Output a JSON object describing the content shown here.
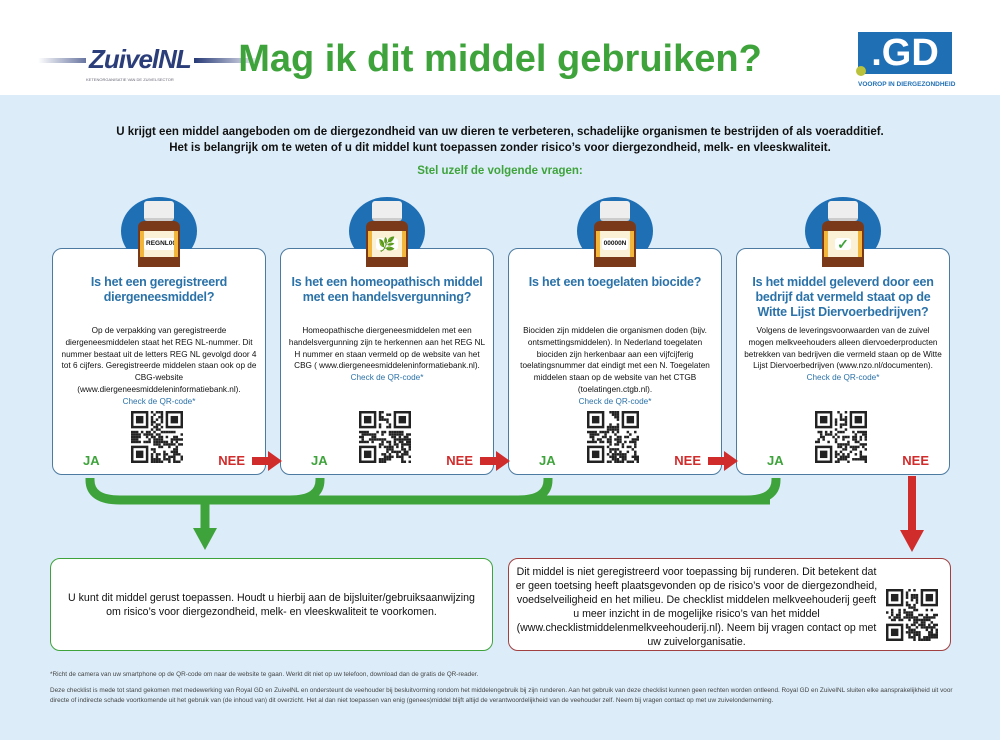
{
  "header": {
    "title": "Mag ik dit middel gebruiken?",
    "zuivel_logo": {
      "name": "ZuivelNL",
      "tagline": "KETENORGANISATIE VAN DE ZUIVELSECTOR"
    },
    "gd_logo": {
      "name": ".GD",
      "tagline": "VOOROP IN DIERGEZONDHEID"
    }
  },
  "intro": {
    "line1": "U krijgt een middel aangeboden om de diergezondheid van uw dieren te verbeteren, schadelijke organismen te bestrijden of als voeradditief.",
    "line2": "Het is belangrijk om te weten of u dit middel kunt toepassen zonder risico’s voor diergezondheid, melk- en vleeskwaliteit.",
    "ask": "Stel uzelf de volgende vragen:"
  },
  "cards": [
    {
      "bottle_label": "REGNL0000",
      "title": "Is het een geregistreerd diergeneesmiddel?",
      "body": "Op de verpakking van geregistreerde diergeneesmiddelen staat het REG NL-nummer. Dit nummer bestaat uit de letters REG NL gevolgd door 4 tot 6 cijfers. Geregistreerde middelen staan ook op de CBG-website (www.diergeneesmiddeleninformatiebank.nl).",
      "qr_link": "Check de QR-code*",
      "yes": "JA",
      "no": "NEE"
    },
    {
      "bottle_label": "🌿",
      "title": "Is het een homeopathisch middel met een handelsvergunning?",
      "body": "Homeopathische diergeneesmiddelen met een handelsvergunning zijn te herkennen aan het REG NL H nummer en staan vermeld op de website van het CBG ( www.diergeneesmiddeleninformatiebank.nl).",
      "qr_link": "Check de QR-code*",
      "yes": "JA",
      "no": "NEE"
    },
    {
      "bottle_label": "00000N",
      "title": "Is het een toegelaten biocide?",
      "body": "Biociden zijn middelen die organismen doden (bijv. ontsmettingsmiddelen). In Nederland toegelaten biociden zijn herkenbaar aan een vijfcijferig toelatingsnummer dat eindigt met een N. Toegelaten middelen staan op de website van het CTGB (toelatingen.ctgb.nl).",
      "qr_link": "Check de QR-code*",
      "yes": "JA",
      "no": "NEE"
    },
    {
      "bottle_label": "✓",
      "title": "Is het middel geleverd door een bedrijf dat vermeld staat op de Witte Lijst Diervoerbedrijven?",
      "body": "Volgens de leveringsvoorwaarden van de zuivel mogen melkveehouders alleen diervoederproducten betrekken van bedrijven die vermeld staan op de Witte Lijst Diervoerbedrijven (www.nzo.nl/documenten).",
      "qr_link": "Check de QR-code*",
      "yes": "JA",
      "no": "NEE"
    }
  ],
  "results": {
    "ok": "U kunt dit middel gerust toepassen. Houdt u hierbij aan de bijsluiter/gebruiksaanwijzing om risico’s voor diergezondheid, melk- en vleeskwaliteit te voorkomen.",
    "no": "Dit middel is niet geregistreerd voor toepassing bij runderen. Dit betekent dat er geen toetsing heeft plaatsgevonden op de risico’s voor de diergezondheid, voedselveiligheid en het milieu. De checklist middelen melkveehouderij geeft u meer inzicht in de mogelijke risico’s van het middel (www.checklistmiddelenmelkveehouderij.nl). Neem bij vragen contact op met uw zuivelorganisatie."
  },
  "footer": {
    "note": "*Richt de camera van uw smartphone op de QR-code om naar de website te gaan. Werkt dit niet op uw telefoon, download dan de gratis de QR-reader.",
    "disclaimer": "Deze checklist is mede tot stand gekomen met medewerking van Royal GD en ZuivelNL en ondersteunt de veehouder bij besluitvorming rondom het middelengebruik bij zijn runderen. Aan het gebruik van deze checklist kunnen geen rechten worden ontleend. Royal GD en ZuivelNL sluiten elke aansprakelijkheid uit voor directe of indirecte schade voortkomende uit het gebruik van (de inhoud van) dit overzicht. Het al dan niet toepassen van enig (genees)middel blijft altijd de verantwoordelijkheid van de veehouder zelf. Neem bij vragen contact op met uw zuivelonderneming."
  },
  "colors": {
    "green": "#3fa33c",
    "red": "#d12c2c",
    "blue": "#2b72a8",
    "bg": "#dcedf9"
  }
}
